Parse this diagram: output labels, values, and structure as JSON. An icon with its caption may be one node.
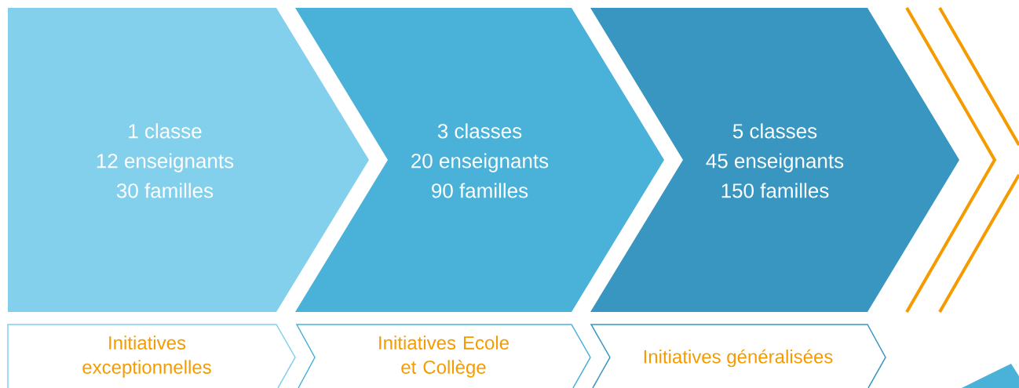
{
  "diagram": {
    "nodes": [
      {
        "text": [
          "1 classe",
          "12 enseignants",
          "30 familles"
        ]
      },
      {
        "text": [
          "3 classes",
          "20 enseignants",
          "90 familles"
        ]
      },
      {
        "text": [
          "5 classes",
          "45 enseignants",
          "150 familles"
        ]
      },
      {
        "text": [
          "Initiatives exceptionnelles"
        ]
      },
      {
        "text": [
          "Initiatives Ecole et Collège"
        ]
      },
      {
        "text": [
          "Initiatives généralisées"
        ]
      }
    ]
  }
}
